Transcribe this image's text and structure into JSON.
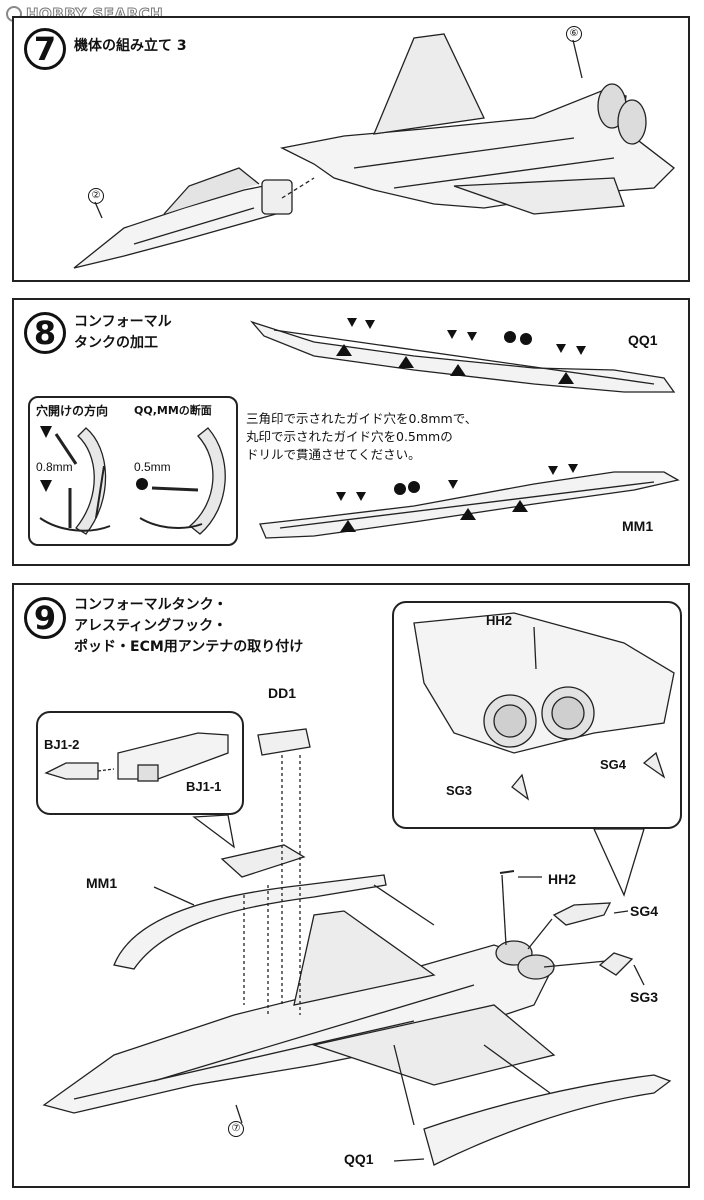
{
  "watermark": {
    "text": "HOBBY SEARCH"
  },
  "step7": {
    "number": "7",
    "title": "機体の組み立て 3",
    "refs": {
      "fuselage": "⑥",
      "nose": "②"
    }
  },
  "step8": {
    "number": "8",
    "title": "コンフォーマル\nタンクの加工",
    "drill_box": {
      "title": "穴開けの方向",
      "section": "QQ,MMの断面",
      "size_a": "0.8mm",
      "size_b": "0.5mm"
    },
    "instructions": "三角印で示されたガイド穴を0.8mmで、\n丸印で示されたガイド穴を0.5mmの\nドリルで貫通させてください。",
    "parts": {
      "top": "QQ1",
      "bottom": "MM1"
    }
  },
  "step9": {
    "number": "9",
    "title": "コンフォーマルタンク・\nアレスティングフック・\nポッド・ECM用アンテナの取り付け",
    "labels": {
      "bj1_2": "BJ1-2",
      "bj1_1": "BJ1-1",
      "dd1": "DD1",
      "mm1": "MM1",
      "hh2_inset": "HH2",
      "sg3_inset": "SG3",
      "sg4_inset": "SG4",
      "hh2": "HH2",
      "sg4": "SG4",
      "sg3": "SG3",
      "qq1": "QQ1",
      "ref7": "⑦"
    }
  }
}
